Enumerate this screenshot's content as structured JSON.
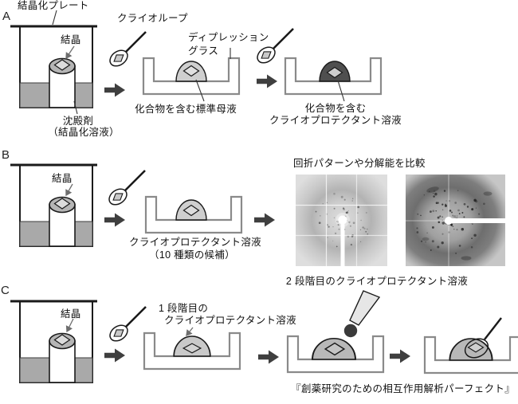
{
  "sections": {
    "a": {
      "label": "A",
      "plate_label": "結晶化プレート",
      "cryoloop_label": "クライオループ",
      "crystal_label": "結晶",
      "precipitant_label_line1": "沈殿剤",
      "precipitant_label_line2": "（結晶化溶液）",
      "glass_label_line1": "ディプレッション",
      "glass_label_line2": "グラス",
      "mother_liquor_label": "化合物を含む標準母液",
      "cryo_solution_label_line1": "化合物を含む",
      "cryo_solution_label_line2": "クライオプロテクタント溶液"
    },
    "b": {
      "label": "B",
      "crystal_label": "結晶",
      "solution_label_line1": "クライオプロテクタント溶液",
      "solution_label_line2": "（10 種類の候補）",
      "compare_label": "回折パターンや分解能を比較"
    },
    "c": {
      "label": "C",
      "crystal_label": "結晶",
      "stage1_label_line1": "1 段階目の",
      "stage1_label_line2": "クライオプロテクタント溶液",
      "stage2_label": "2 段階目のクライオプロテクタント溶液"
    }
  },
  "footer": {
    "citation": "『創薬研究のための相互作用解析パーフェクト』"
  },
  "colors": {
    "outline": "#1a1a1a",
    "vessel_stroke": "#8a8a8a",
    "precipitant_gray": "#a9a9a9",
    "pedestal_top": "#b5b5b5",
    "crystal_fill": "#dcdcdc",
    "drop_standard": "#cfcfcf",
    "drop_dark": "#4f4f4f",
    "drop_mid": "#b8b8b8",
    "arrow": "#3f3f3f"
  }
}
